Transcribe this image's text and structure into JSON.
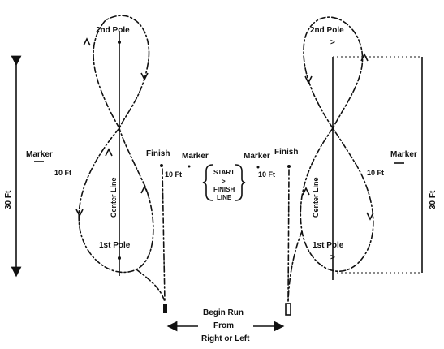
{
  "left_pattern": {
    "pole_top": "2nd Pole",
    "pole_bottom": "1st Pole",
    "center_line": "Center Line",
    "marker": "Marker",
    "distance_outer": "10 Ft",
    "distance_inner": "10 Ft",
    "finish": "Finish",
    "height": "30 Ft"
  },
  "right_pattern": {
    "pole_top": "2nd Pole",
    "pole_bottom": "1st Pole",
    "center_line": "Center Line",
    "marker": "Marker",
    "distance_outer": "10 Ft",
    "distance_inner": "10 Ft",
    "finish": "Finish",
    "height": "30 Ft"
  },
  "start_finish": [
    "START",
    "FINISH",
    "LINE"
  ],
  "begin_run": [
    "Begin Run",
    "From",
    "Right or Left"
  ]
}
